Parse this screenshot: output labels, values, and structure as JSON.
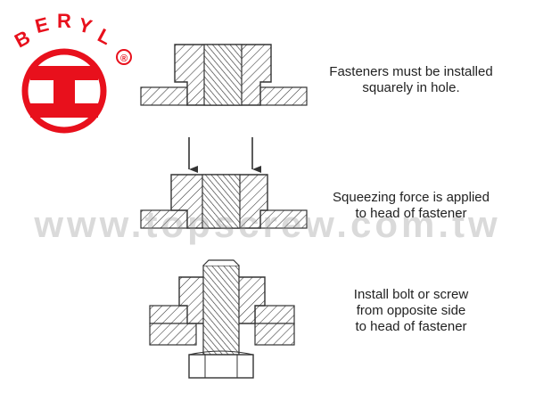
{
  "brand": {
    "name": "BERYL",
    "registered_mark": "®",
    "color": "#e8101c"
  },
  "steps": [
    {
      "lines": [
        "Fasteners must be installed",
        "squarely in hole."
      ]
    },
    {
      "lines": [
        "Squeezing force is applied",
        "to head of fastener"
      ]
    },
    {
      "lines": [
        "Install bolt or screw",
        "from opposite side",
        "to head of fastener"
      ]
    }
  ],
  "watermark": "www.topscrew.com.tw"
}
